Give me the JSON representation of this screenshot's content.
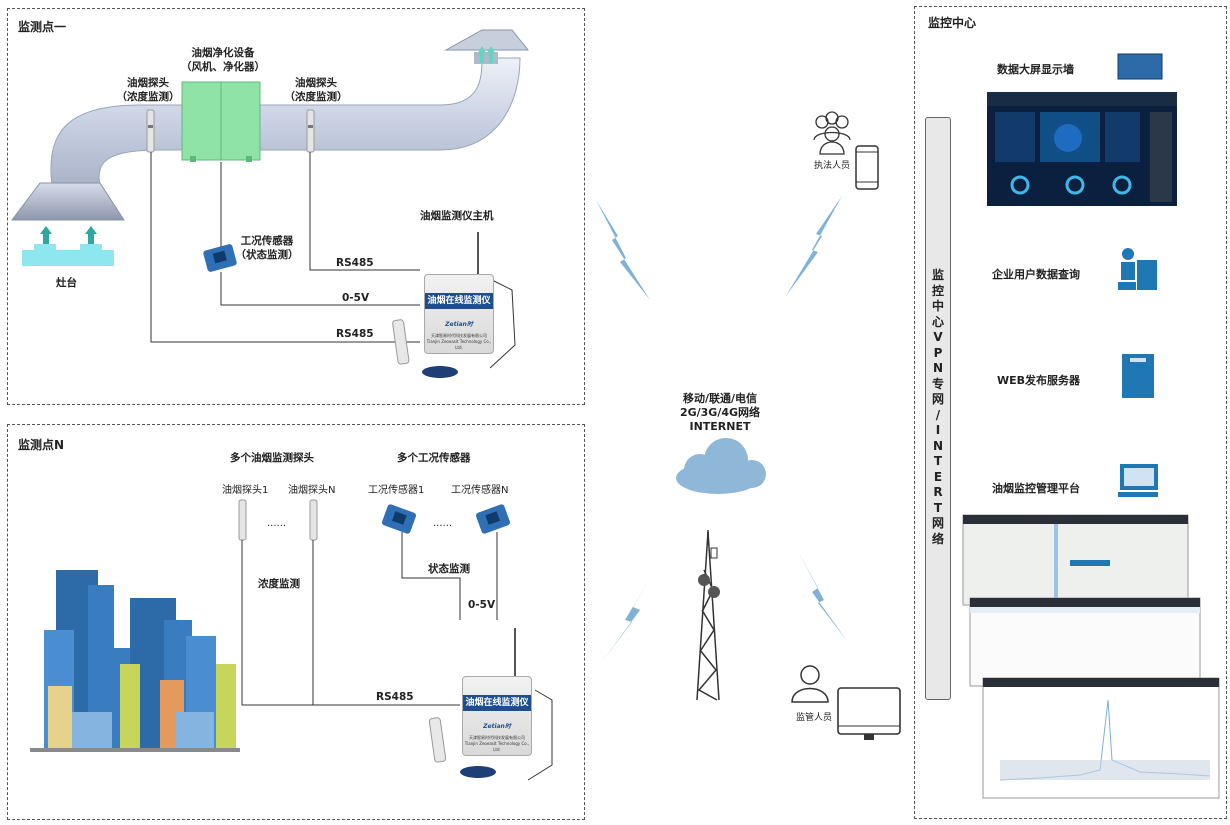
{
  "panel1": {
    "title": "监测点一",
    "purifier_label_1": "油烟净化设备",
    "purifier_label_2": "（风机、净化器）",
    "probe_left_1": "油烟探头",
    "probe_left_2": "（浓度监测）",
    "probe_right_1": "油烟探头",
    "probe_right_2": "（浓度监测）",
    "condition_sensor_1": "工况传感器",
    "condition_sensor_2": "（状态监测）",
    "host_label": "油烟监测仪主机",
    "stove_label": "灶台",
    "wire_rs485_top": "RS485",
    "wire_05v": "0-5V",
    "wire_rs485_bottom": "RS485"
  },
  "device": {
    "band_text": "油烟在线监测仪",
    "logo_text": "Zetian时",
    "company_cn": "天津智易时代科技发展有限公司",
    "company_en": "Tianjin Zeoeasit Technology Co., Ltd."
  },
  "panelN": {
    "title": "监测点N",
    "multi_probes": "多个油烟监测探头",
    "probe_1": "油烟探头1",
    "probe_n": "油烟探头N",
    "dots": "......",
    "multi_sensors": "多个工况传感器",
    "sensor_1": "工况传感器1",
    "sensor_n": "工况传感器N",
    "dots2": "......",
    "concentration": "浓度监测",
    "state": "状态监测",
    "wire_05v": "0-5V",
    "wire_rs485": "RS485"
  },
  "network": {
    "line1": "移动/联通/电信",
    "line2": "2G/3G/4G网络",
    "line3": "INTERNET",
    "enforcer": "执法人员",
    "supervisor": "监管人员"
  },
  "center": {
    "title": "监控中心",
    "vpn_bar": "监控中心VPN专网/INTERT网络",
    "big_screen": "数据大屏显示墙",
    "enterprise_query": "企业用户数据查询",
    "web_server": "WEB发布服务器",
    "platform": "油烟监控管理平台"
  },
  "colors": {
    "duct": "#cfd6e6",
    "purifier": "#8fe3a6",
    "device_band": "#1e4f8c",
    "sensor_blue": "#2e6fb5",
    "cloud": "#8fb7d8",
    "lightning": "#7fb1d9",
    "arrow_teal": "#5fd6c0",
    "building": "#2c6aa8"
  }
}
